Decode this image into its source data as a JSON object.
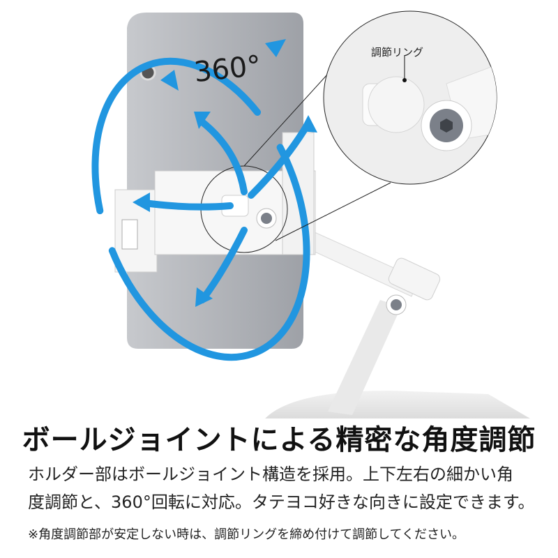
{
  "image": {
    "rotation_label": "360°",
    "callout_label": "調節リング"
  },
  "text": {
    "headline": "ボールジョイントによる精密な角度調節",
    "body_line1": "ホルダー部はボールジョイント構造を採用。上下左右の細かい角",
    "body_line2": "度調節と、360°回転に対応。タテヨコ好きな向きに設定できます。",
    "note": "※角度調節部が安定しない時は、調節リングを締め付けて調節してください。"
  },
  "colors": {
    "arrow": "#2196e0",
    "tablet": "#a9abb0",
    "holder": "#f4f4f4"
  }
}
